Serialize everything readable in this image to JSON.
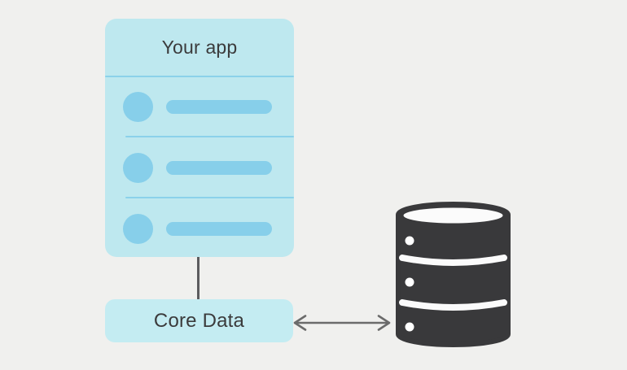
{
  "diagram": {
    "background_color": "#f0f0ee",
    "text_color": "#3b3b3c",
    "app_card": {
      "title": "Your app",
      "fill_color": "#bee8ef",
      "accent_color": "#87cfea",
      "divider_color": "#8bd1ea",
      "list_row_count": 3
    },
    "core_data_box": {
      "label": "Core Data",
      "fill_color": "#c4ecf2"
    },
    "connector_line_color": "#5c5c5e",
    "arrow": {
      "direction": "bidirectional",
      "color": "#6b6b6b"
    },
    "database_icon": {
      "stack_count": 3,
      "color": "#39393b",
      "cutout_color": "#fbfbfb",
      "dot_color": "#ffffff"
    }
  }
}
